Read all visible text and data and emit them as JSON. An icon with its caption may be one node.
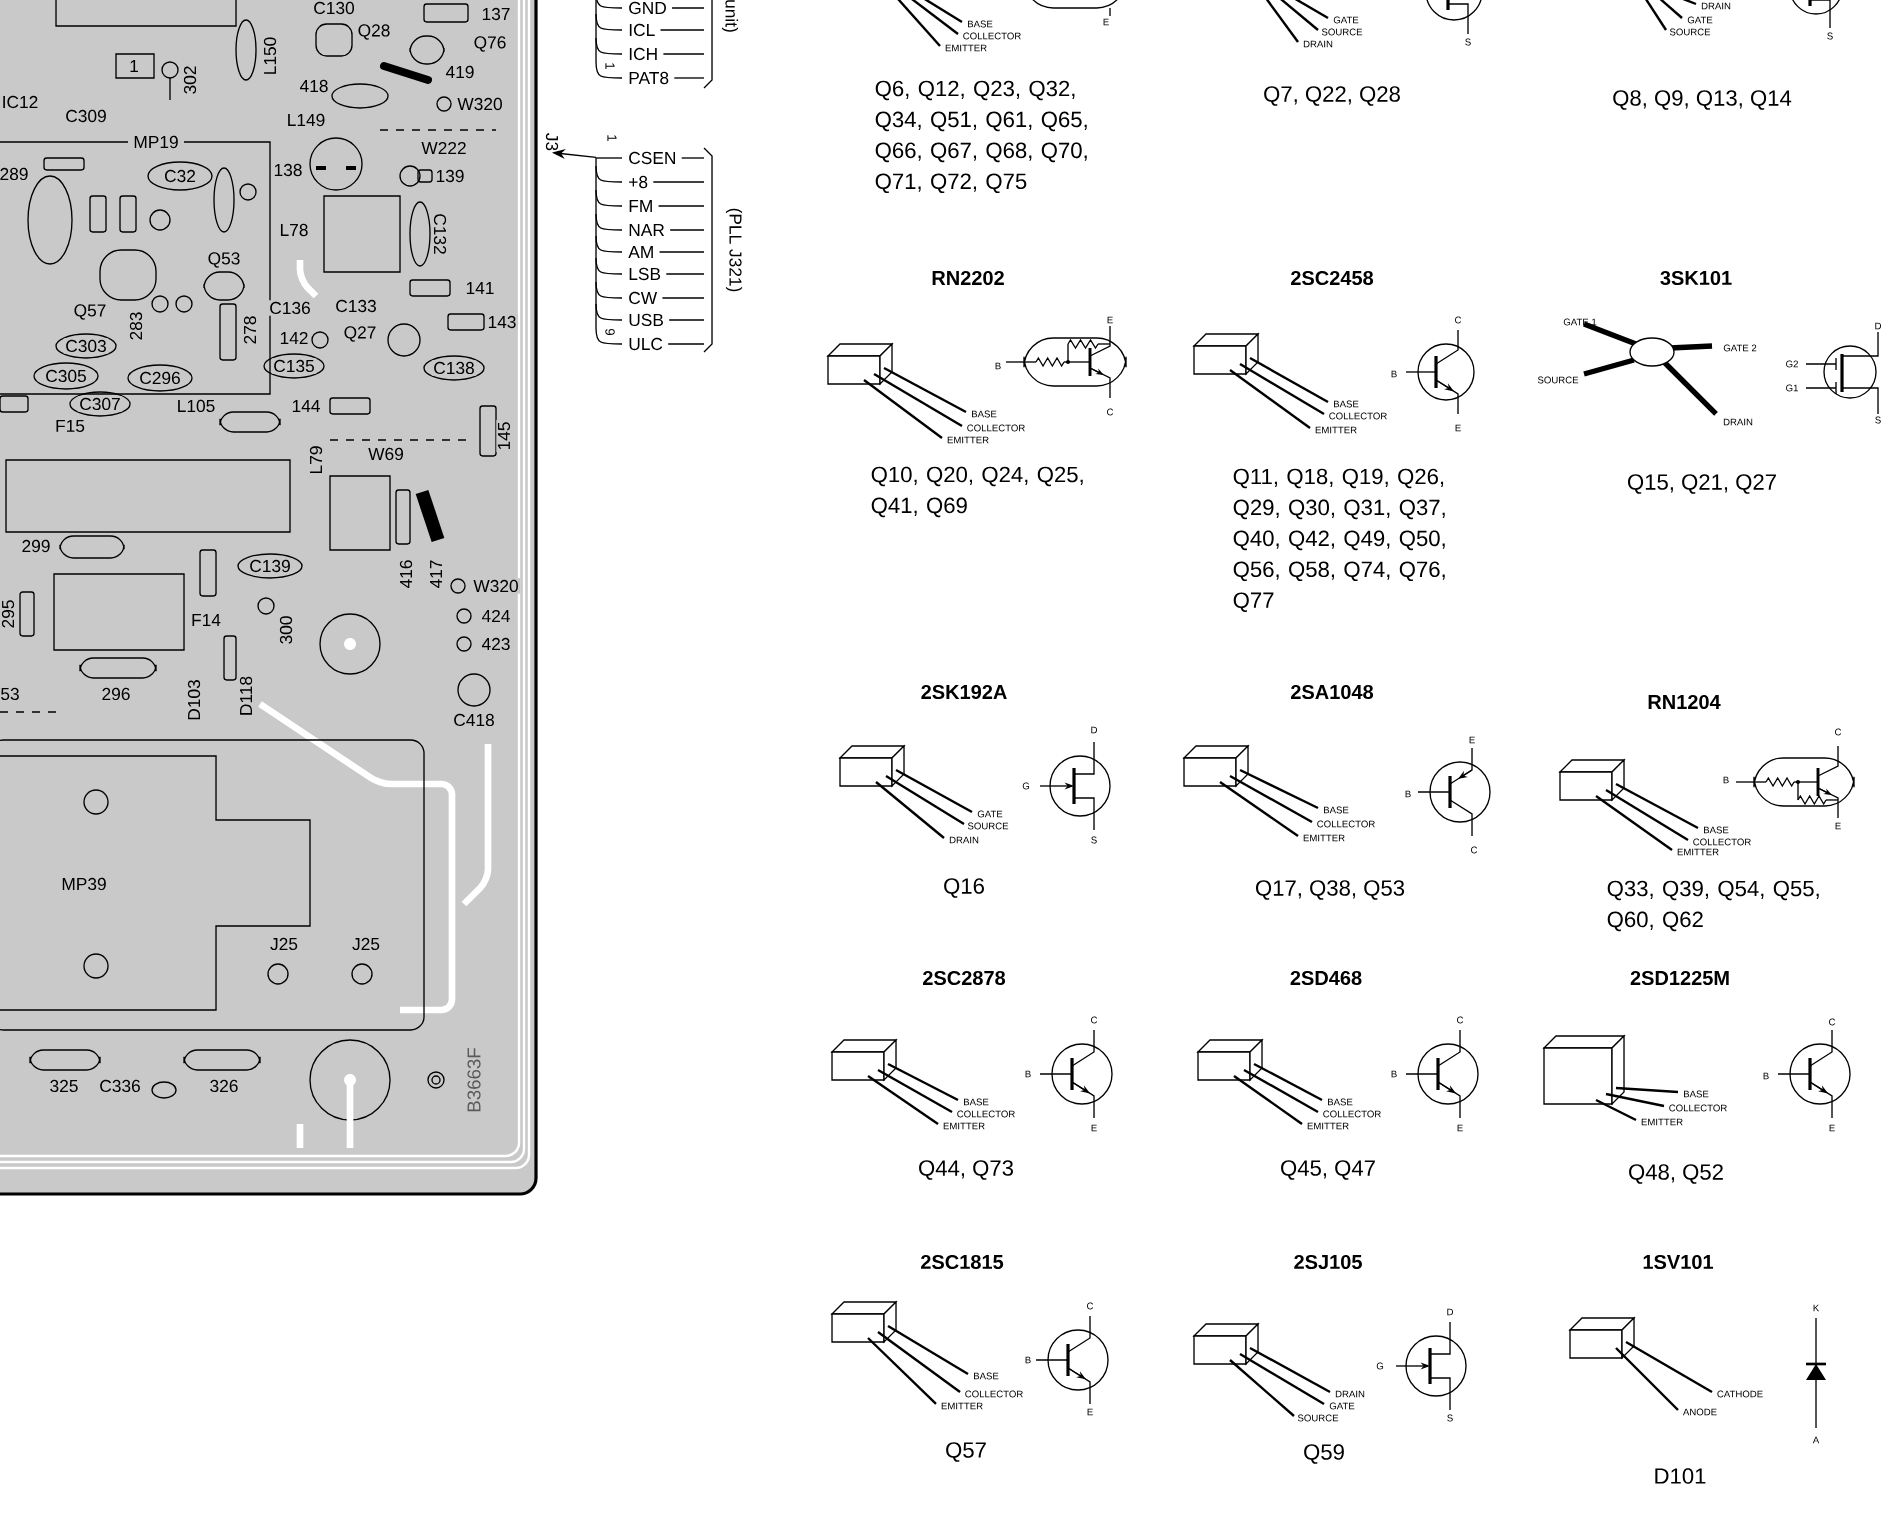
{
  "diagram": {
    "nodes": [
      {
        "text": [
          "J3"
        ]
      },
      {
        "text": [],
        "shape": "picture"
      }
    ],
    "edges": [
      {
        "from": 1,
        "to": 0,
        "arrow": "to"
      }
    ],
    "labels": [
      "C130",
      "Q28",
      "137",
      "Q76",
      "1",
      "302",
      "L150",
      "418",
      "419",
      "IC12",
      "C309",
      "L149",
      "W320",
      "MP19",
      "W222",
      "289",
      "C32",
      "138",
      "139",
      "L78",
      "C132",
      "Q53",
      "141",
      "Q57",
      "283",
      "278",
      "C136",
      "142",
      "C133",
      "Q27",
      "143",
      "C303",
      "C305",
      "C296",
      "C135",
      "C138",
      "C307",
      "L105",
      "144",
      "F15",
      "L79",
      "W69",
      "145",
      "299",
      "C139",
      "416",
      "417",
      "W320",
      "295",
      "F14",
      "300",
      "424",
      "423",
      "53",
      "296",
      "D103",
      "D118",
      "C418",
      "MP39",
      "J25",
      "J25",
      "325",
      "C336",
      "326",
      "B3663F",
      "GND",
      "ICL",
      "ICH",
      "1",
      "PAT8",
      "unit)",
      "1",
      "CSEN",
      "+8",
      "FM",
      "NAR",
      "AM",
      "LSB",
      "CW",
      "USB",
      "9",
      "ULC",
      "(PLL J321)",
      "BASE",
      "COLLECTOR",
      "EMITTER",
      "E",
      "Q6, Q12, Q23, Q32, Q34, Q51, Q61, Q65, Q66, Q67, Q68, Q70, Q71, Q72, Q75",
      "GATE",
      "SOURCE",
      "DRAIN",
      "S",
      "Q7, Q22, Q28",
      "DRAIN",
      "GATE",
      "SOURCE",
      "S",
      "Q8, Q9, Q13, Q14",
      "RN2202",
      "E",
      "B",
      "BASE",
      "C",
      "COLLECTOR",
      "EMITTER",
      "Q10, Q20, Q24, Q25, Q41, Q69",
      "2SC2458",
      "C",
      "B",
      "BASE",
      "COLLECTOR",
      "EMITTER",
      "E",
      "Q11, Q18, Q19, Q26, Q29, Q30, Q31, Q37, Q40, Q42, Q49, Q50, Q56, Q58, Q74, Q76, Q77",
      "3SK101",
      "GATE 1",
      "GATE 2",
      "SOURCE",
      "DRAIN",
      "D",
      "G2",
      "G1",
      "S",
      "Q15, Q21, Q27",
      "2SK192A",
      "D",
      "G",
      "S",
      "GATE",
      "SOURCE",
      "DRAIN",
      "Q16",
      "2SA1048",
      "E",
      "B",
      "C",
      "BASE",
      "COLLECTOR",
      "EMITTER",
      "Q17, Q38, Q53",
      "RN1204",
      "C",
      "B",
      "E",
      "BASE",
      "COLLECTOR",
      "EMITTER",
      "Q33, Q39, Q54, Q55, Q60, Q62",
      "2SC2878",
      "C",
      "B",
      "E",
      "BASE",
      "COLLECTOR",
      "EMITTER",
      "Q44, Q73",
      "2SD468",
      "C",
      "B",
      "E",
      "BASE",
      "COLLECTOR",
      "EMITTER",
      "Q45, Q47",
      "2SD1225M",
      "C",
      "B",
      "E",
      "BASE",
      "COLLECTOR",
      "EMITTER",
      "Q48, Q52",
      "2SC1815",
      "C",
      "B",
      "E",
      "BASE",
      "COLLECTOR",
      "EMITTER",
      "Q57",
      "2SJ105",
      "D",
      "G",
      "S",
      "DRAIN",
      "GATE",
      "SOURCE",
      "Q59",
      "1SV101",
      "K",
      "A",
      "CATHODE",
      "ANODE",
      "D101"
    ]
  }
}
